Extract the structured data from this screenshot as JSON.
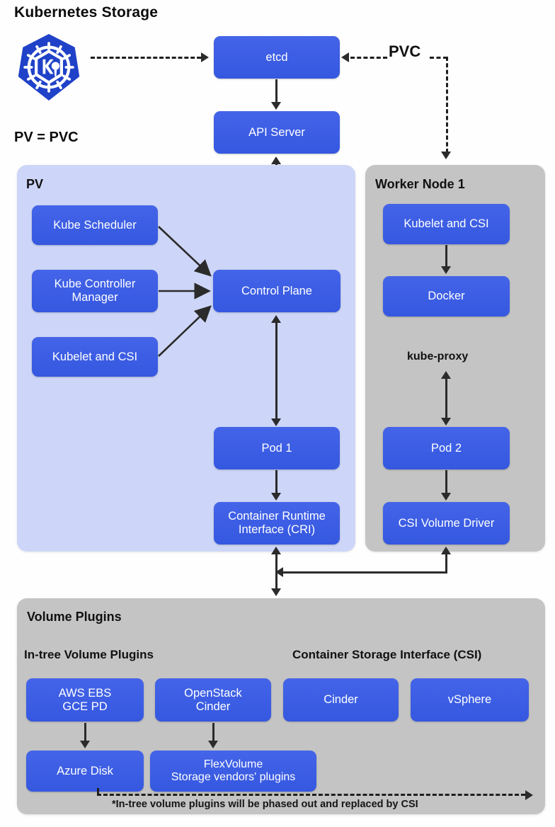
{
  "title": "Kubernetes Storage",
  "legend": {
    "pv_equals_pvc": "PV = PVC"
  },
  "logo": {
    "name": "kubernetes-logo",
    "color": "#2042c8"
  },
  "colors": {
    "node_blue": "#3558e0",
    "pv_panel": "#cdd6f8",
    "gray_panel": "#c4c4c4",
    "connector": "#2b2b2b",
    "text_dark": "#111111"
  },
  "top_nodes": {
    "etcd": "etcd",
    "api_server": "API Server"
  },
  "pvc_flow": {
    "label": "PVC"
  },
  "pv_panel": {
    "label": "PV",
    "nodes": {
      "kube_scheduler": "Kube Scheduler",
      "kube_controller_manager": "Kube Controller\nManager",
      "kubelet_and_csi": "Kubelet and CSI",
      "control_plane": "Control Plane",
      "pod_1": "Pod 1",
      "cri": "Container Runtime\nInterface (CRI)"
    }
  },
  "worker_panel": {
    "label": "Worker Node 1",
    "kube_proxy_label": "kube-proxy",
    "nodes": {
      "kubelet_and_csi": "Kubelet and CSI",
      "docker": "Docker",
      "pod_2": "Pod 2",
      "csi_volume_driver": "CSI Volume Driver"
    }
  },
  "volume_plugins_panel": {
    "label": "Volume Plugins",
    "in_tree_heading": "In-tree Volume Plugins",
    "csi_heading": "Container Storage Interface (CSI)",
    "in_tree_plugins": [
      "AWS EBS\nGCE PD",
      "OpenStack\nCinder",
      "Azure Disk",
      "FlexVolume\nStorage vendors' plugins"
    ],
    "csi_plugins": [
      "Cinder",
      "vSphere"
    ],
    "footnote": "*In-tree volume plugins will be phased out and replaced by CSI"
  }
}
